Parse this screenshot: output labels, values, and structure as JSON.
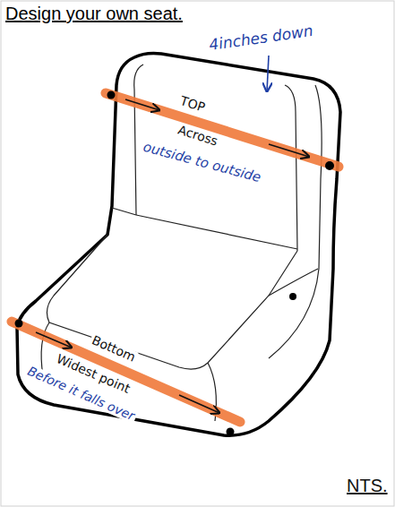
{
  "diagram": {
    "title": "Design your own seat.",
    "labels": [
      "4inches down",
      "TOP",
      "Across",
      "outside to outside",
      "Bottom",
      "Widest point",
      "Before it falls over",
      "NTS."
    ]
  }
}
